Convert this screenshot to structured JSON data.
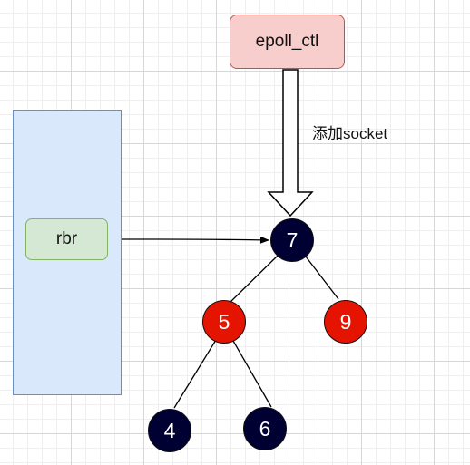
{
  "epoll_box": {
    "label": "epoll_ctl"
  },
  "edge_label": "添加socket",
  "rbr_box": {
    "label": "rbr"
  },
  "colors": {
    "black_node": "#000033",
    "red_node": "#e51400",
    "container_fill": "#dae8fc",
    "rbr_fill": "#d5e8d4",
    "epoll_fill": "#f8cecc"
  },
  "tree": {
    "nodes": [
      {
        "id": "n7",
        "label": "7",
        "color": "black"
      },
      {
        "id": "n5",
        "label": "5",
        "color": "red"
      },
      {
        "id": "n9",
        "label": "9",
        "color": "red"
      },
      {
        "id": "n4",
        "label": "4",
        "color": "black"
      },
      {
        "id": "n6",
        "label": "6",
        "color": "black"
      }
    ],
    "edges": [
      {
        "from": "7",
        "to": "5"
      },
      {
        "from": "7",
        "to": "9"
      },
      {
        "from": "5",
        "to": "4"
      },
      {
        "from": "5",
        "to": "6"
      }
    ]
  }
}
